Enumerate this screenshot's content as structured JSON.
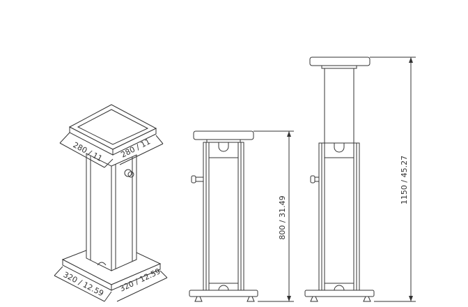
{
  "dimensions": {
    "top_width_left": "280 / 11",
    "top_width_right": "280 / 11",
    "base_width_left": "320 / 12.59",
    "base_width_right": "320 / 12.59",
    "height_min": "800 / 31.49",
    "height_max": "1150 / 45.27"
  },
  "colors": {
    "line": "#333333",
    "background": "#ffffff"
  }
}
